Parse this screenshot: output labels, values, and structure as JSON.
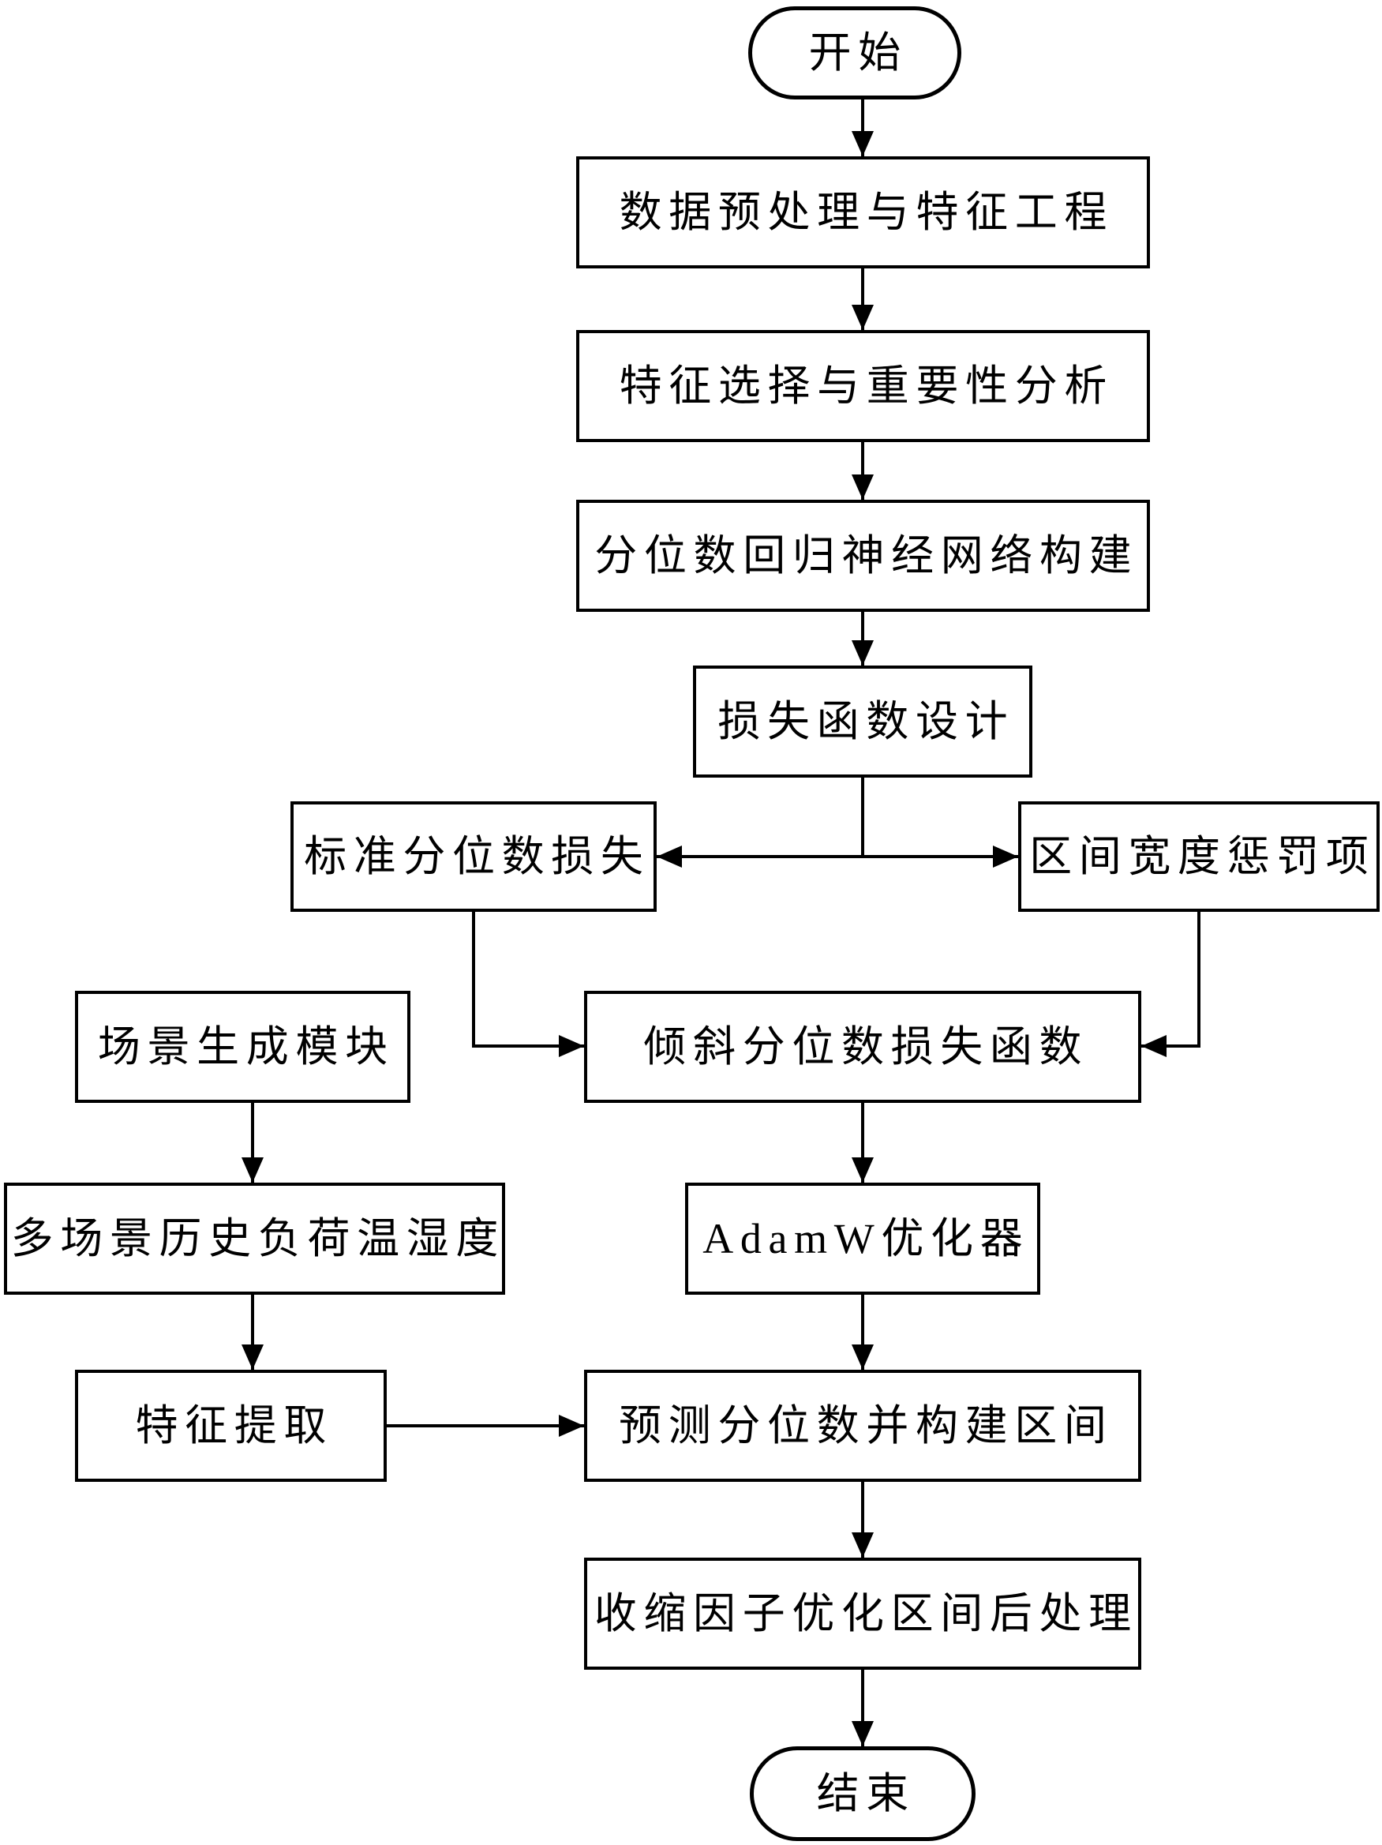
{
  "diagram": {
    "type": "flowchart",
    "colors": {
      "stroke": "#000000",
      "node_fill": "#ffffff",
      "background": "#ffffff",
      "text": "#000000"
    },
    "nodes": {
      "start": {
        "label": "开始",
        "shape": "terminator"
      },
      "preprocess": {
        "label": "数据预处理与特征工程",
        "shape": "process"
      },
      "feature_selection": {
        "label": "特征选择与重要性分析",
        "shape": "process"
      },
      "qrnn_build": {
        "label": "分位数回归神经网络构建",
        "shape": "process"
      },
      "loss_design": {
        "label": "损失函数设计",
        "shape": "process"
      },
      "standard_quantile_loss": {
        "label": "标准分位数损失",
        "shape": "process"
      },
      "interval_width_penalty": {
        "label": "区间宽度惩罚项",
        "shape": "process"
      },
      "skewed_quantile_loss": {
        "label": "倾斜分位数损失函数",
        "shape": "process"
      },
      "scene_generation": {
        "label": "场景生成模块",
        "shape": "process"
      },
      "multi_scene_data": {
        "label": "多场景历史负荷温湿度",
        "shape": "process"
      },
      "feature_extraction": {
        "label": "特征提取",
        "shape": "process"
      },
      "adamw_optimizer": {
        "label": "AdamW优化器",
        "shape": "process"
      },
      "predict_build_interval": {
        "label": "预测分位数并构建区间",
        "shape": "process"
      },
      "shrink_factor_postprocess": {
        "label": "收缩因子优化区间后处理",
        "shape": "process"
      },
      "end": {
        "label": "结束",
        "shape": "terminator"
      }
    },
    "edges": [
      {
        "from": "start",
        "to": "preprocess"
      },
      {
        "from": "preprocess",
        "to": "feature_selection"
      },
      {
        "from": "feature_selection",
        "to": "qrnn_build"
      },
      {
        "from": "qrnn_build",
        "to": "loss_design"
      },
      {
        "from": "loss_design",
        "to": "standard_quantile_loss"
      },
      {
        "from": "loss_design",
        "to": "interval_width_penalty"
      },
      {
        "from": "standard_quantile_loss",
        "to": "skewed_quantile_loss"
      },
      {
        "from": "interval_width_penalty",
        "to": "skewed_quantile_loss"
      },
      {
        "from": "skewed_quantile_loss",
        "to": "adamw_optimizer"
      },
      {
        "from": "adamw_optimizer",
        "to": "predict_build_interval"
      },
      {
        "from": "scene_generation",
        "to": "multi_scene_data"
      },
      {
        "from": "multi_scene_data",
        "to": "feature_extraction"
      },
      {
        "from": "feature_extraction",
        "to": "predict_build_interval"
      },
      {
        "from": "predict_build_interval",
        "to": "shrink_factor_postprocess"
      },
      {
        "from": "shrink_factor_postprocess",
        "to": "end"
      }
    ]
  }
}
